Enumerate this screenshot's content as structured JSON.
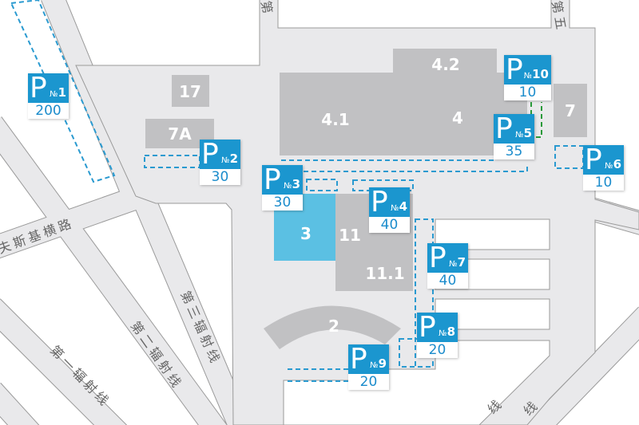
{
  "colors": {
    "plaza": "#e9e9eb",
    "building": "#c1c1c3",
    "highlight_building": "#5bc0e3",
    "parking_blue": "#1b96cf",
    "dash_blue": "#2a9ad0",
    "dash_green": "#2a9a3a"
  },
  "buildings": [
    {
      "id": "4.2",
      "label": "4.2"
    },
    {
      "id": "4.1",
      "label": "4.1"
    },
    {
      "id": "4",
      "label": "4"
    },
    {
      "id": "7",
      "label": "7"
    },
    {
      "id": "17",
      "label": "17"
    },
    {
      "id": "7A",
      "label": "7A"
    },
    {
      "id": "3",
      "label": "3"
    },
    {
      "id": "11",
      "label": "11"
    },
    {
      "id": "11.1",
      "label": "11.1"
    },
    {
      "id": "2",
      "label": "2"
    }
  ],
  "parking": [
    {
      "prefix": "P",
      "no_sign": "№",
      "number": "1",
      "capacity": "200"
    },
    {
      "prefix": "P",
      "no_sign": "№",
      "number": "2",
      "capacity": "30"
    },
    {
      "prefix": "P",
      "no_sign": "№",
      "number": "3",
      "capacity": "30"
    },
    {
      "prefix": "P",
      "no_sign": "№",
      "number": "4",
      "capacity": "40"
    },
    {
      "prefix": "P",
      "no_sign": "№",
      "number": "5",
      "capacity": "35"
    },
    {
      "prefix": "P",
      "no_sign": "№",
      "number": "6",
      "capacity": "10"
    },
    {
      "prefix": "P",
      "no_sign": "№",
      "number": "7",
      "capacity": "40"
    },
    {
      "prefix": "P",
      "no_sign": "№",
      "number": "8",
      "capacity": "20"
    },
    {
      "prefix": "P",
      "no_sign": "№",
      "number": "9",
      "capacity": "20"
    },
    {
      "prefix": "P",
      "no_sign": "№",
      "number": "10",
      "capacity": "10"
    }
  ],
  "roads": {
    "cross_road": "夫斯基横路",
    "radial_1": "第一辐射线",
    "radial_2": "第二辐射线",
    "radial_3": "第三辐射线",
    "top_road": "第",
    "top_right_road": "第五",
    "bottom_right_1": "线",
    "bottom_right_2": "线"
  }
}
